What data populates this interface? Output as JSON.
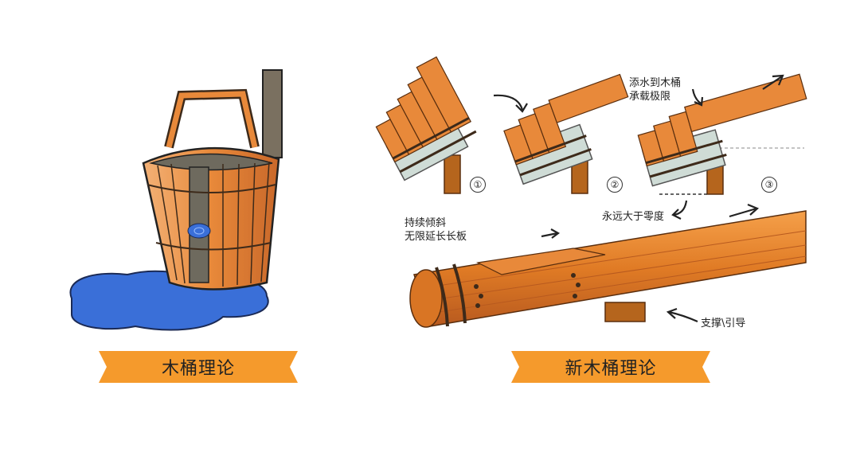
{
  "labels": {
    "old_theory": "木桶理论",
    "new_theory": "新木桶理论"
  },
  "annotations": {
    "fill_limit": "添水到木桶\n承载极限",
    "keep_tilting": "持续倾斜\n无限延长长板",
    "above_zero": "永远大于零度",
    "support": "支撑\\引导"
  },
  "steps": [
    "①",
    "②",
    "③"
  ],
  "colors": {
    "wood": "#e8893a",
    "wood_dark": "#b85a1f",
    "wood_light": "#f3b176",
    "water": "#3a6fd8",
    "water_light": "#bfd6d0",
    "banner": "#f59a2c",
    "stand": "#b5651d"
  }
}
